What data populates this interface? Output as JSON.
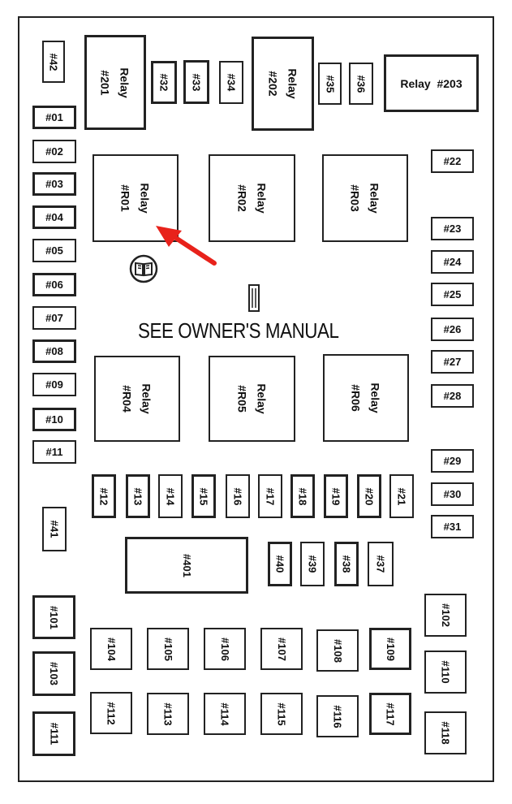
{
  "diagram": {
    "notice": "SEE OWNER'S MANUAL",
    "accent_color": "#e8221b",
    "icons": [
      "owners-manual-book-icon",
      "red-arrow-pointer-icon",
      "connector-icon"
    ],
    "fuses": {
      "f42": "#42",
      "f01": "#01",
      "f02": "#02",
      "f03": "#03",
      "f04": "#04",
      "f05": "#05",
      "f06": "#06",
      "f07": "#07",
      "f08": "#08",
      "f09": "#09",
      "f10": "#10",
      "f11": "#11",
      "f41": "#41",
      "f32": "#32",
      "f33": "#33",
      "f34": "#34",
      "f35": "#35",
      "f36": "#36",
      "f22": "#22",
      "f23": "#23",
      "f24": "#24",
      "f25": "#25",
      "f26": "#26",
      "f27": "#27",
      "f28": "#28",
      "f29": "#29",
      "f30": "#30",
      "f31": "#31",
      "f12": "#12",
      "f13": "#13",
      "f14": "#14",
      "f15": "#15",
      "f16": "#16",
      "f17": "#17",
      "f18": "#18",
      "f19": "#19",
      "f20": "#20",
      "f21": "#21",
      "f40": "#40",
      "f39": "#39",
      "f38": "#38",
      "f37": "#37",
      "f401": "#401",
      "f101": "#101",
      "f103": "#103",
      "f111": "#111",
      "f102": "#102",
      "f110": "#110",
      "f118": "#118",
      "f104": "#104",
      "f105": "#105",
      "f106": "#106",
      "f107": "#107",
      "f108": "#108",
      "f109": "#109",
      "f112": "#112",
      "f113": "#113",
      "f114": "#114",
      "f115": "#115",
      "f116": "#116",
      "f117": "#117"
    },
    "relays": {
      "r201": {
        "word": "Relay",
        "num": "#201"
      },
      "r202": {
        "word": "Relay",
        "num": "#202"
      },
      "r203": {
        "word": "Relay",
        "num": "#203"
      },
      "r01": {
        "word": "Relay",
        "num": "#R01"
      },
      "r02": {
        "word": "Relay",
        "num": "#R02"
      },
      "r03": {
        "word": "Relay",
        "num": "#R03"
      },
      "r04": {
        "word": "Relay",
        "num": "#R04"
      },
      "r05": {
        "word": "Relay",
        "num": "#R05"
      },
      "r06": {
        "word": "Relay",
        "num": "#R06"
      }
    }
  }
}
